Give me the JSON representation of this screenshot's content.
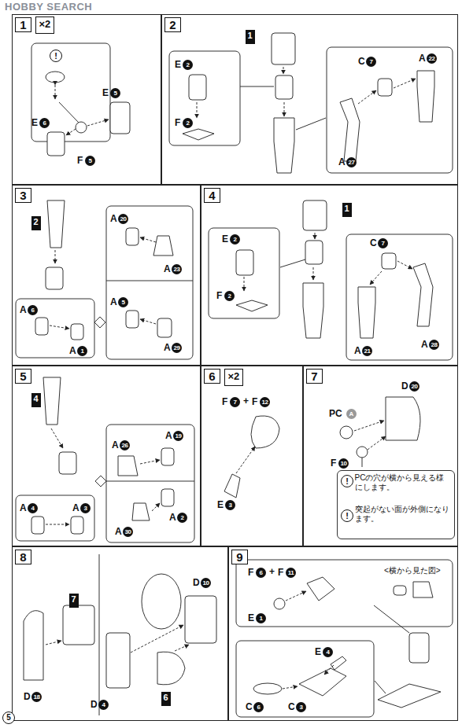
{
  "diagram": {
    "nodes": [
      {
        "text": [
          "1"
        ]
      },
      {
        "text": [
          "×2"
        ],
        "in": 0
      },
      {
        "text": [
          "2"
        ]
      },
      {
        "text": [
          "1"
        ],
        "in": 2
      },
      {
        "text": [
          "3"
        ]
      },
      {
        "text": [
          "2"
        ],
        "in": 4
      },
      {
        "text": [
          "4"
        ]
      },
      {
        "text": [
          "1"
        ],
        "in": 6
      },
      {
        "text": [
          "5"
        ]
      },
      {
        "text": [
          "4"
        ],
        "in": 8
      },
      {
        "text": [
          "6"
        ]
      },
      {
        "text": [
          "×2"
        ],
        "in": 10
      },
      {
        "text": [
          "7"
        ]
      },
      {
        "text": [
          "PCの穴が横から見える様にします。",
          "突起がない面が外側になります。"
        ],
        "in": 12
      },
      {
        "text": [
          "8"
        ]
      },
      {
        "text": [
          "7"
        ],
        "in": 14
      },
      {
        "text": [
          "6"
        ],
        "in": 14
      },
      {
        "text": [
          "9"
        ]
      }
    ],
    "labels": [
      "HOBBY SEARCH",
      "!",
      "E",
      "5",
      "E",
      "6",
      "F",
      "5",
      "E",
      "2",
      "F",
      "2",
      "C",
      "7",
      "A",
      "22",
      "A",
      "27",
      "A",
      "6",
      "A",
      "1",
      "A",
      "20",
      "A",
      "23",
      "A",
      "5",
      "A",
      "29",
      "E",
      "2",
      "F",
      "2",
      "C",
      "7",
      "A",
      "21",
      "A",
      "28",
      "A",
      "4",
      "A",
      "3",
      "A",
      "26",
      "A",
      "19",
      "A",
      "30",
      "A",
      "2",
      "F",
      "7",
      "+",
      "F",
      "12",
      "E",
      "3",
      "PC",
      "A",
      "D",
      "20",
      "F",
      "10",
      "!",
      "!",
      "D",
      "18",
      "D",
      "10",
      "D",
      "4",
      "F",
      "6",
      "+",
      "F",
      "11",
      "E",
      "1",
      "<横から見た図>",
      "E",
      "4",
      "C",
      "6",
      "C",
      "3",
      "5"
    ]
  }
}
